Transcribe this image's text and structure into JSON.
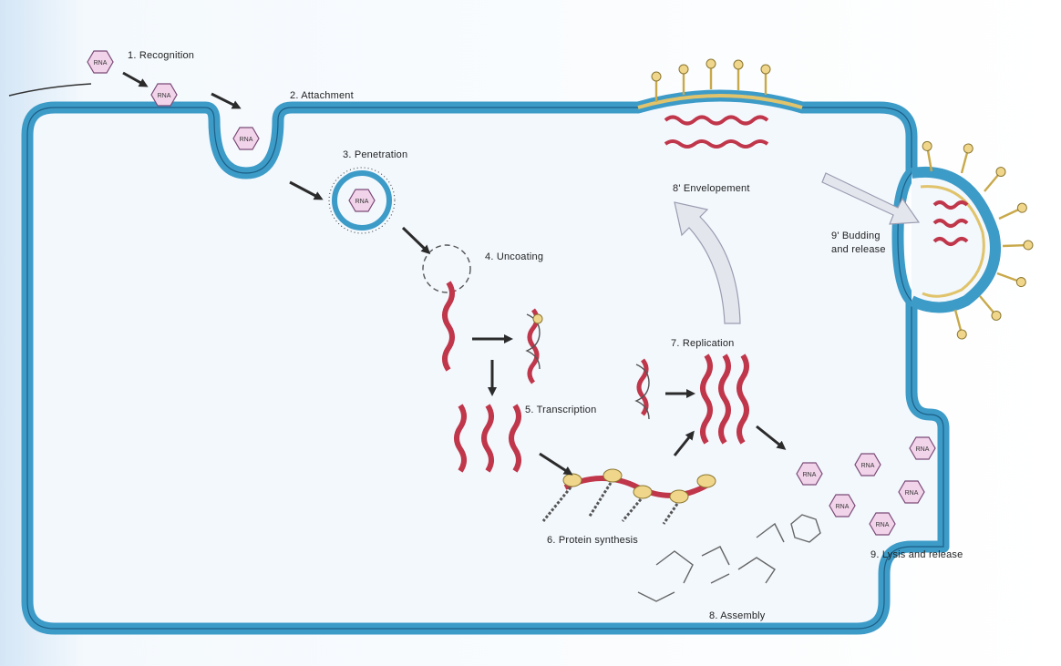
{
  "figure": {
    "steps": {
      "s1": "1. Recognition",
      "s2": "2. Attachment",
      "s3": "3. Penetration",
      "s4": "4. Uncoating",
      "s5": "5. Transcription",
      "s6": "6. Protein synthesis",
      "s7": "7. Replication",
      "s8": "8. Assembly",
      "s8b": "8' Envelopement",
      "s9": "9. Lysis and release",
      "s9b_line1": "9' Budding",
      "s9b_line2": "and release"
    },
    "virion_text": "RNA",
    "colors": {
      "membrane": "#3d9bc8",
      "membrane_edge": "#1d5f86",
      "cytoplasm": "#f3f8fd",
      "background_left": "#dbeaf8",
      "capsid": "#f2d4ea",
      "capsid_edge": "#7a4a77",
      "rna": "#c0364a",
      "ribosome": "#f0d68a",
      "arrow": "#2b2b2b",
      "gray_arrow": "#e4e6ee"
    }
  }
}
